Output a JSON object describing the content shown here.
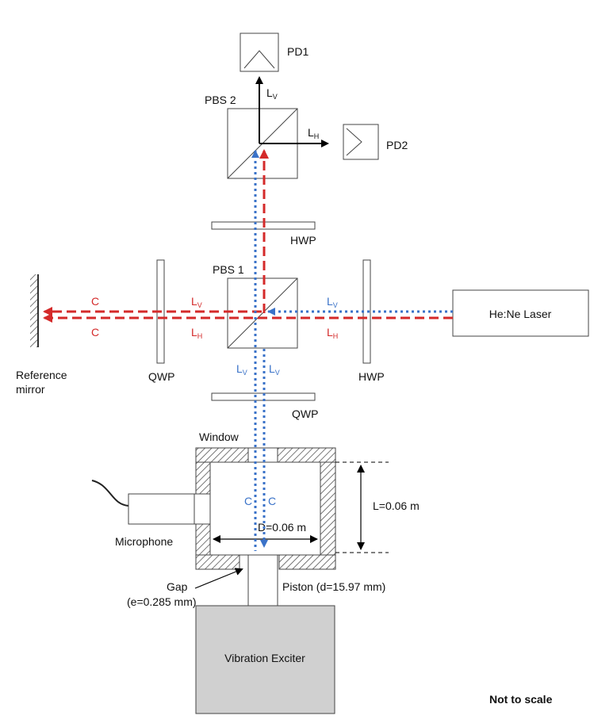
{
  "colors": {
    "red_beam": "#d42a2a",
    "blue_beam": "#3a72c8",
    "exciter_fill": "#d0d0d0",
    "hatch": "#555555"
  },
  "labels": {
    "pd1": "PD1",
    "pd2": "PD2",
    "pbs2": "PBS 2",
    "pbs1": "PBS 1",
    "hwp_top": "HWP",
    "hwp_right": "HWP",
    "qwp_left": "QWP",
    "qwp_bottom": "QWP",
    "laser": "He:Ne Laser",
    "reference_mirror_line1": "Reference",
    "reference_mirror_line2": "mirror",
    "window": "Window",
    "microphone": "Microphone",
    "gap_line1": "Gap",
    "gap_line2": "(e=0.285 mm)",
    "piston": "Piston (d=15.97 mm)",
    "dimension_L": "L=0.06 m",
    "dimension_D": "D=0.06 m",
    "exciter": "Vibration Exciter",
    "not_to_scale": "Not to scale"
  },
  "beam_labels": {
    "L": "L",
    "V": "V",
    "H": "H",
    "C": "C"
  }
}
